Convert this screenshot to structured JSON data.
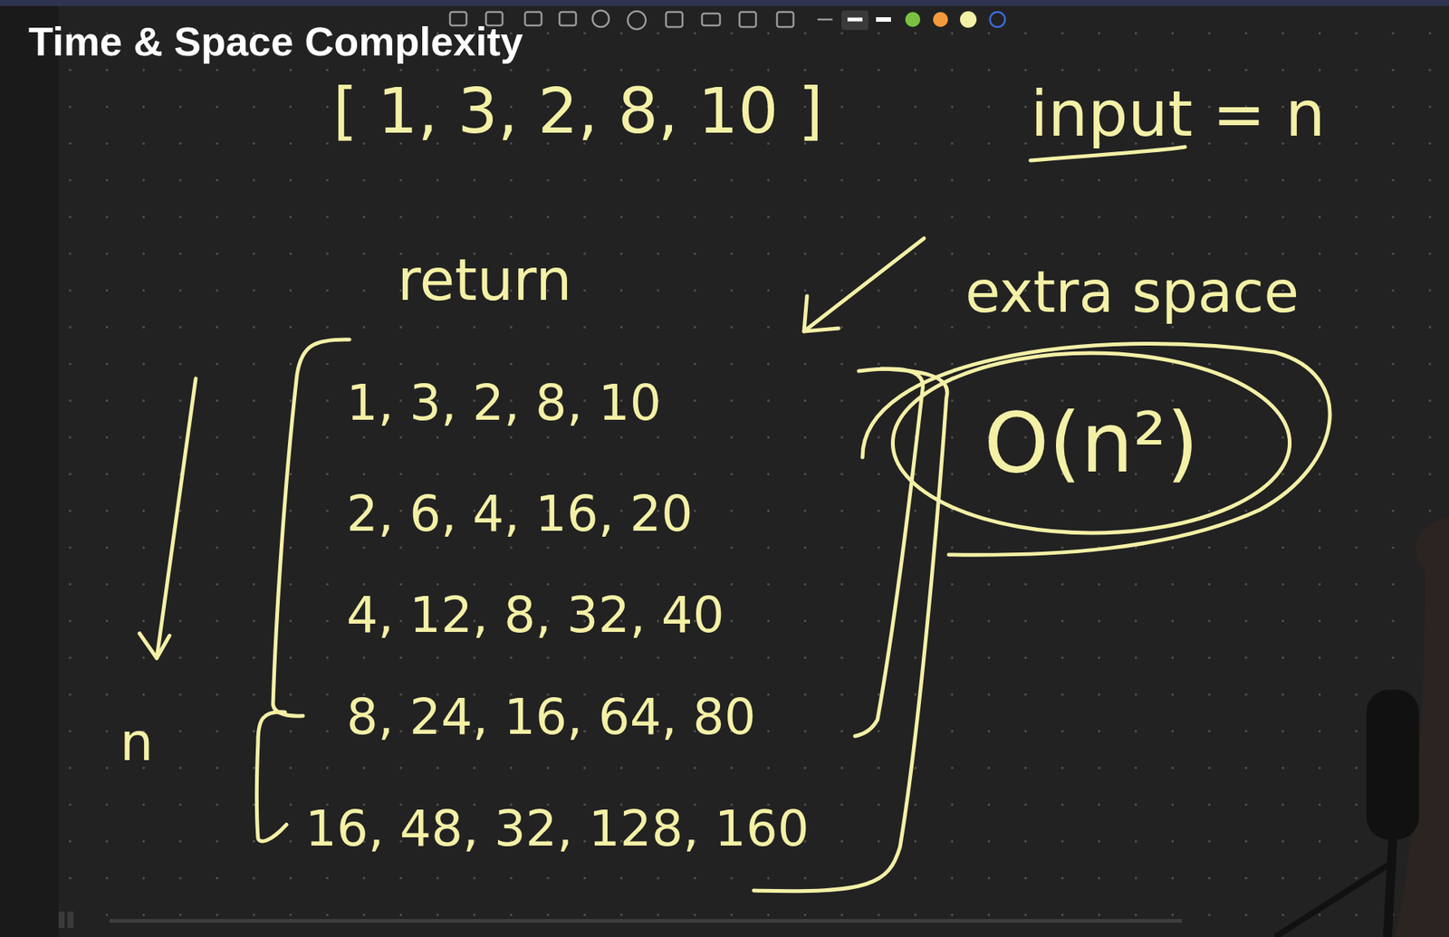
{
  "diagram": {
    "title": "Time & Space Complexity",
    "nodes": [
      {
        "text": [
          "O(n²)"
        ]
      }
    ],
    "labels": [
      "[ 1, 3, 2, 8, 10 ]",
      "input = n",
      "return",
      "extra space",
      "1, 3, 2, 8, 10",
      "2, 6, 4, 16, 20",
      "4, 12, 8, 32, 40",
      "8, 24, 16, 64, 80",
      "16, 48, 32, 128, 160",
      "n"
    ]
  }
}
